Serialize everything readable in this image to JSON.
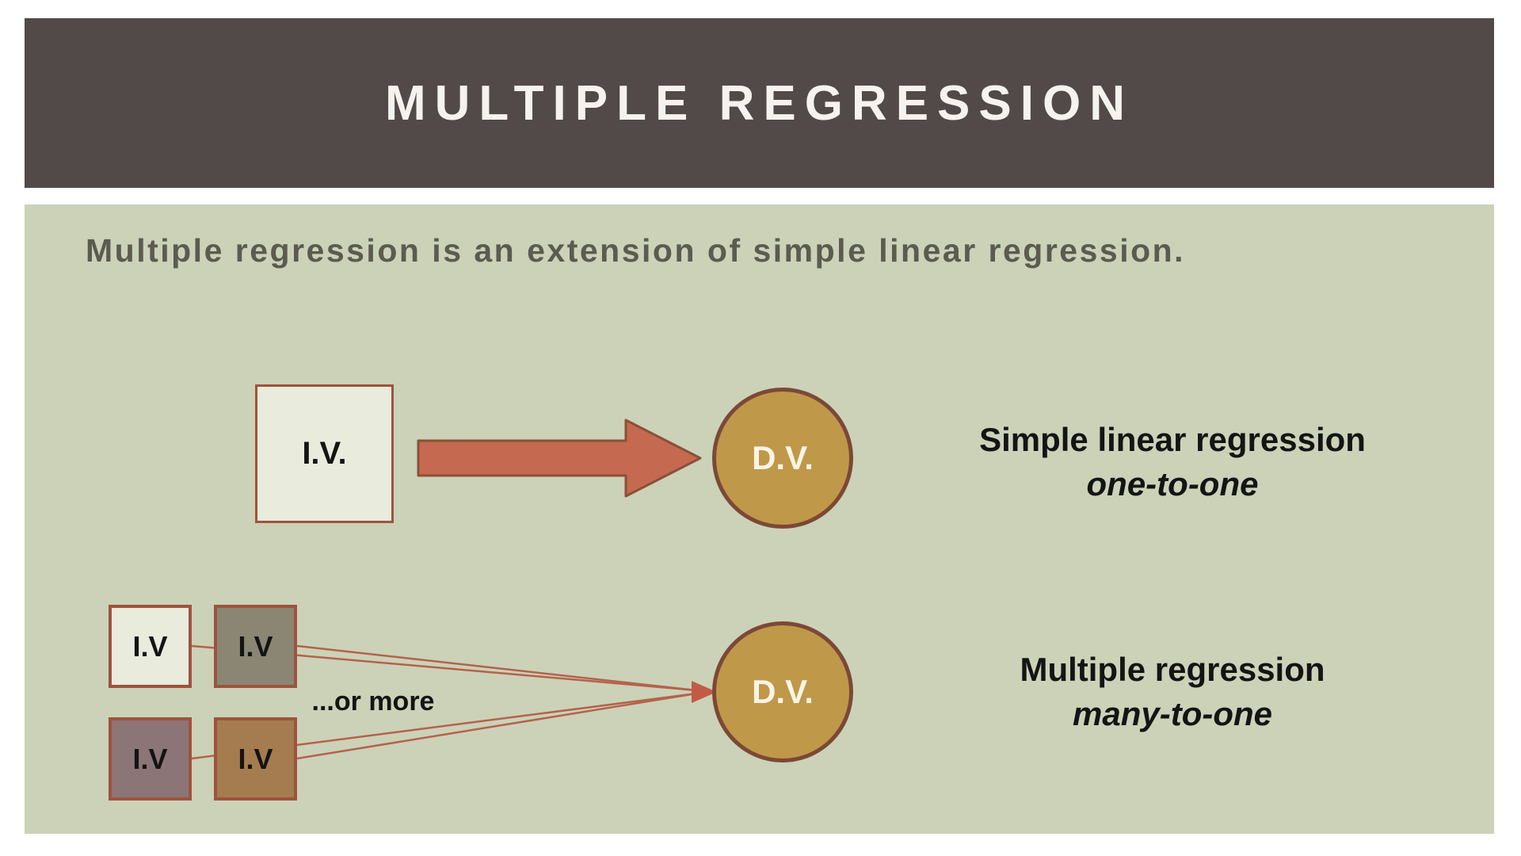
{
  "slide": {
    "title": "MULTIPLE REGRESSION",
    "subtitle": "Multiple regression is an extension of simple linear regression.",
    "simple": {
      "iv_label": "I.V.",
      "dv_label": "D.V.",
      "caption_line1": "Simple linear regression",
      "caption_line2": "one-to-one"
    },
    "multiple": {
      "iv_labels": [
        "I.V",
        "I.V",
        "I.V",
        "I.V"
      ],
      "more_label": "...or more",
      "dv_label": "D.V.",
      "caption_line1": "Multiple regression",
      "caption_line2": "many-to-one"
    },
    "colors": {
      "header_bg": "#524949",
      "page_bg": "#ffffff",
      "slide_bg": "#cbd2b8",
      "title_text": "#f6f3ee",
      "subtitle_text": "#5b5b50",
      "body_text": "#141414",
      "box_border": "#9d543d",
      "box_fill_light": "#e9ebdc",
      "box_fill_olive": "#8b8673",
      "box_fill_mauve": "#8c7577",
      "box_fill_tan": "#a57c4f",
      "arrow_fill": "#c56a50",
      "arrow_border": "#8b5038",
      "circle_fill": "#bf984a",
      "circle_border": "#7c4837",
      "circle_text": "#f9f5e6",
      "connector": "#b4624c"
    }
  }
}
